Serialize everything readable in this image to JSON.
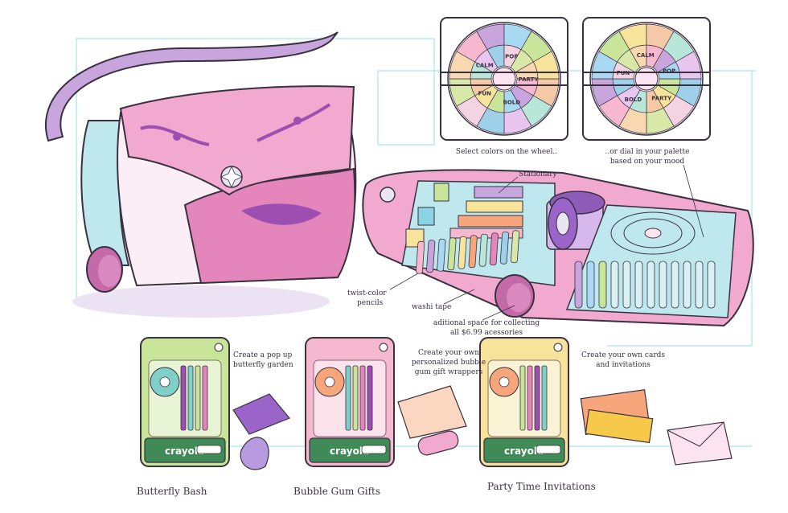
{
  "annotations": {
    "select_wheel": "Select colors on the wheel..",
    "dial_line1": "..or dial in your palette",
    "dial_line2": "based on your mood",
    "stationary": "Stationary",
    "twist_line1": "twist-color",
    "twist_line2": "pencils",
    "washi": "washi tape",
    "additional_line1": "aditional space for collecting",
    "additional_line2": "all $6.99 acessories"
  },
  "kits": [
    {
      "desc_line1": "Create a pop up",
      "desc_line2": "butterfly garden",
      "desc_line3": "",
      "title": "Butterfly Bash",
      "brand": "crayola",
      "color": "#c9e59a"
    },
    {
      "desc_line1": "Create your own",
      "desc_line2": "personalized bubble",
      "desc_line3": "gum gift wrappers",
      "title": "Bubble Gum Gifts",
      "brand": "crayola",
      "color": "#f6b8cf"
    },
    {
      "desc_line1": "Create your own cards",
      "desc_line2": "and invitations",
      "desc_line3": "",
      "title": "Party Time Invitations",
      "brand": "crayola",
      "color": "#f7e39a"
    }
  ],
  "wheel_words": [
    "PARTY",
    "BOLD",
    "FUN",
    "CALM",
    "POP"
  ],
  "colors": {
    "bag_pink": "#f2a9cf",
    "bag_dark_pink": "#e486bb",
    "bag_blue": "#bfe8ee",
    "strap_purple": "#c8a6dd",
    "swirl_purple": "#9c4fb0",
    "guide_line": "#9fe3ee"
  }
}
